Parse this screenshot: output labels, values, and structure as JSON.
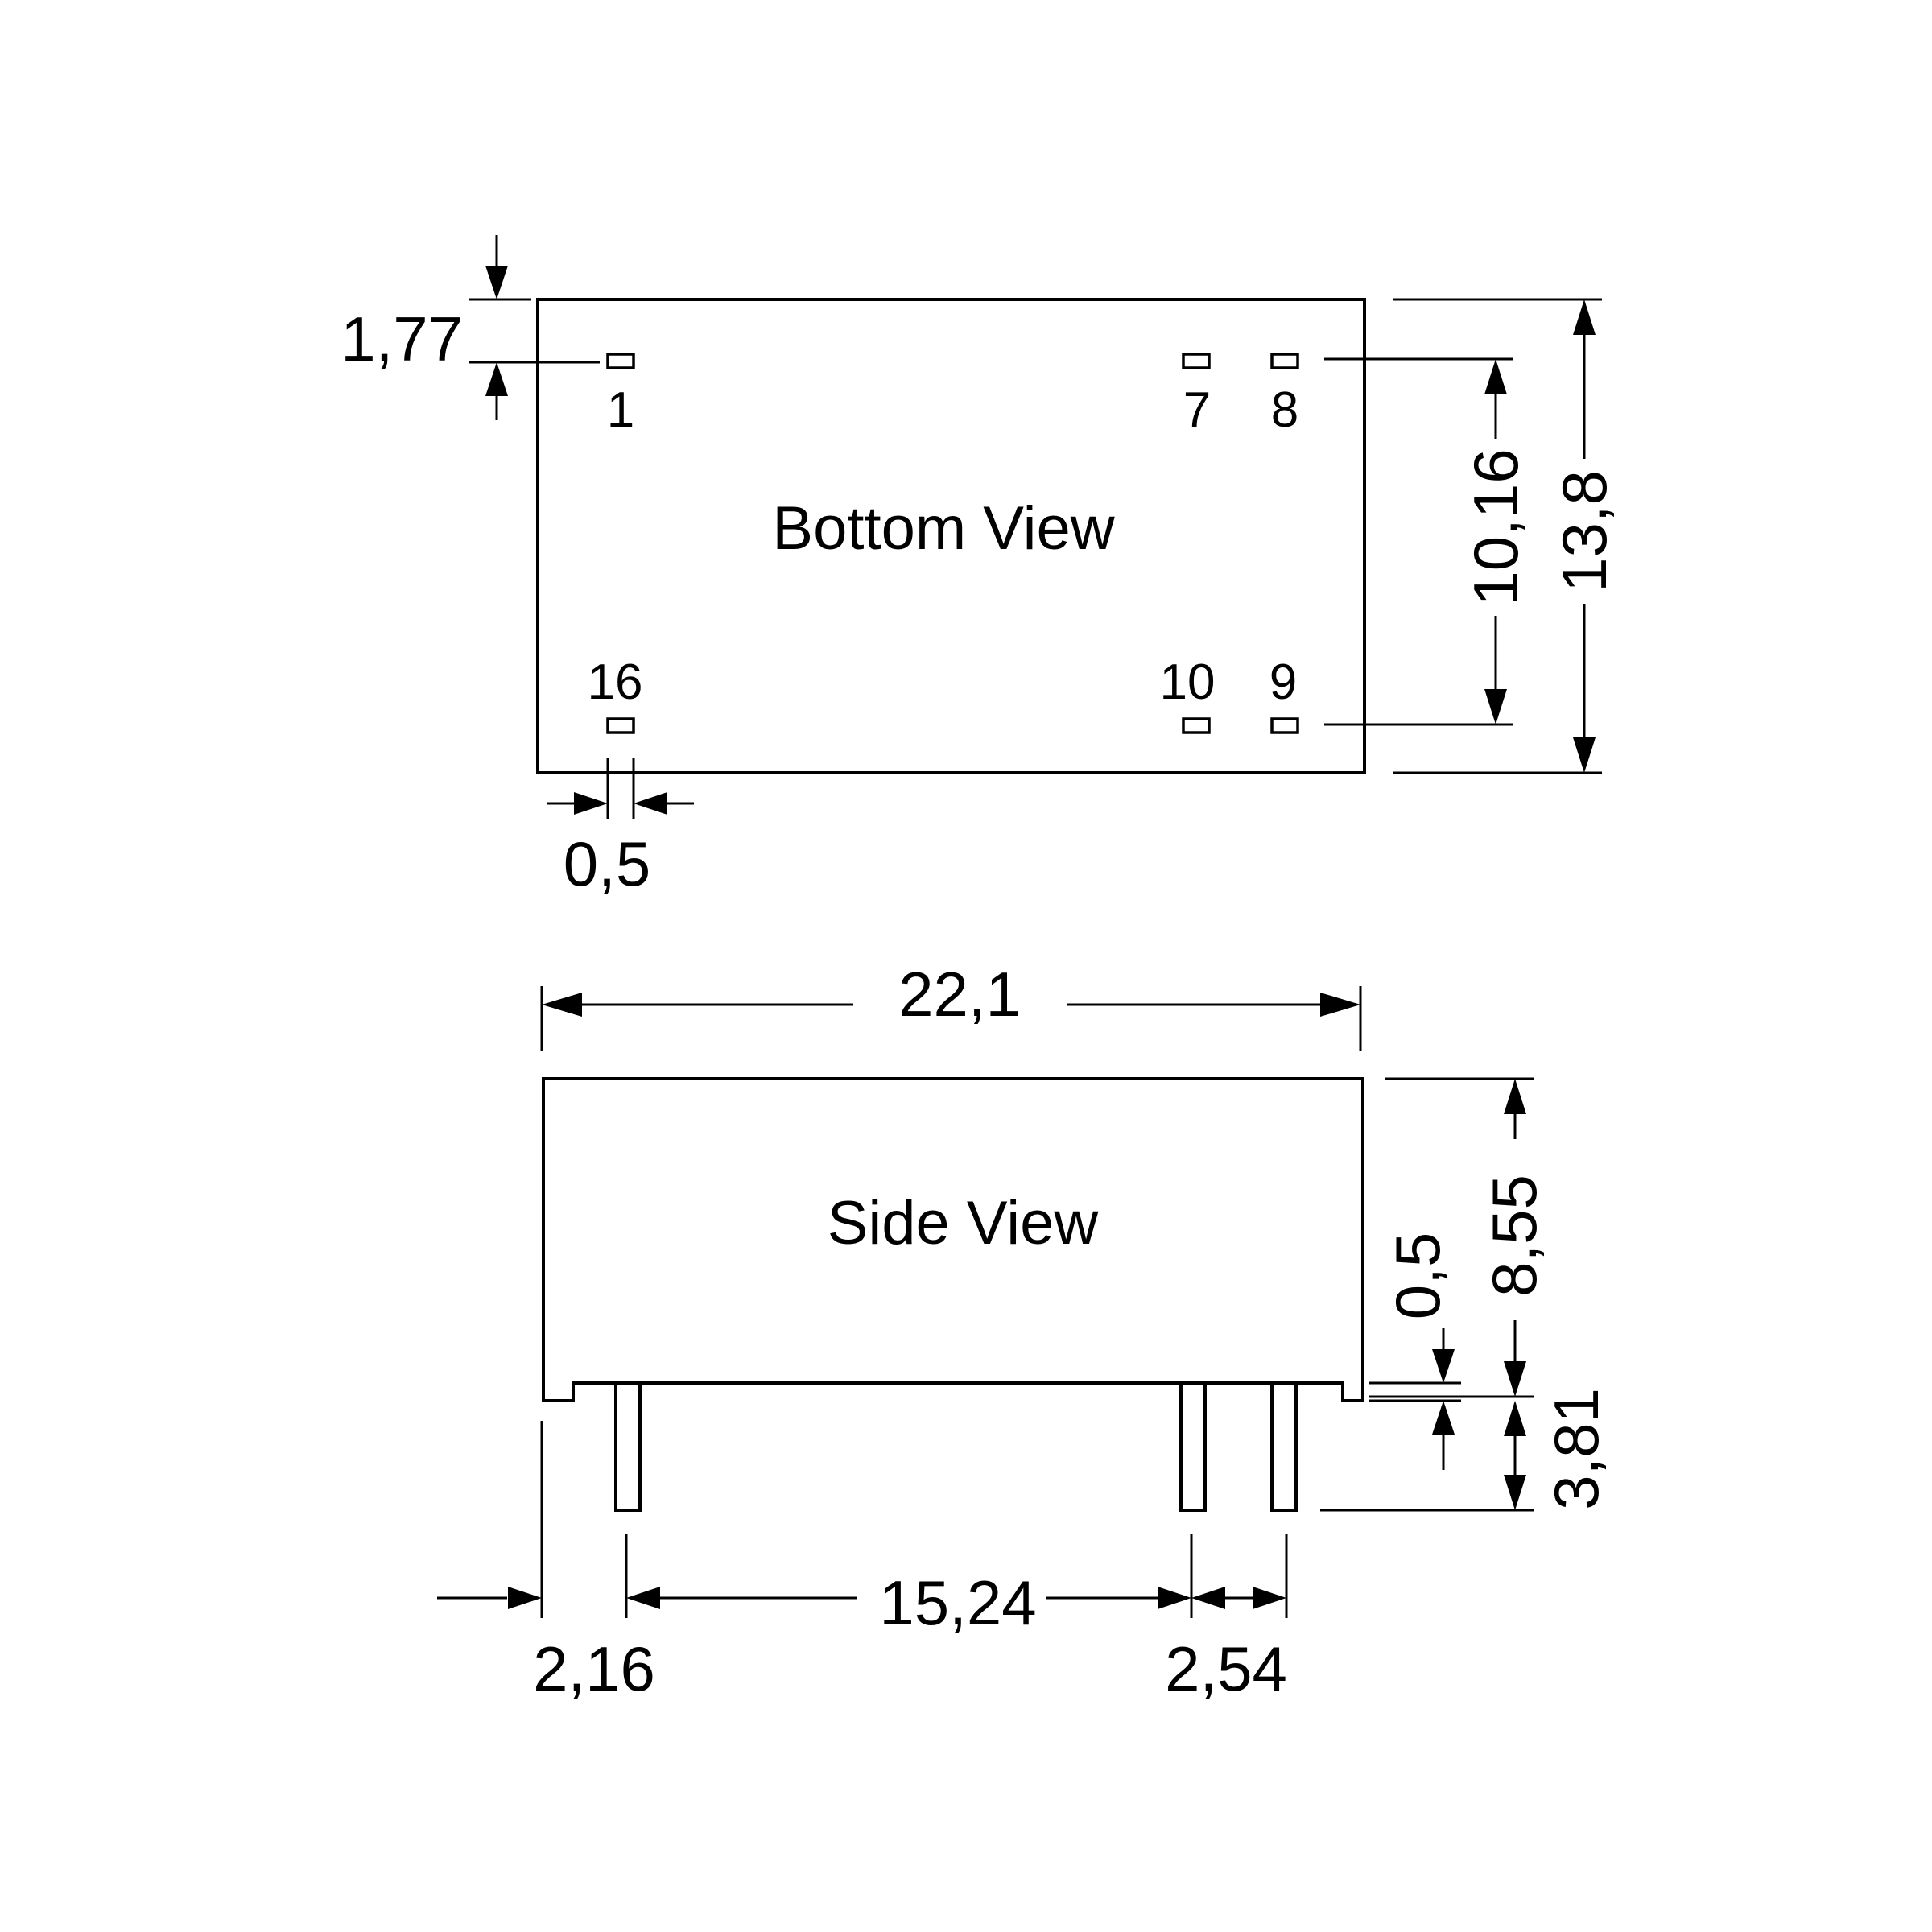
{
  "bottom_view": {
    "label": "Bottom View",
    "pins": {
      "p1": "1",
      "p7": "7",
      "p8": "8",
      "p16": "16",
      "p10": "10",
      "p9": "9"
    },
    "dims": {
      "pin_offset_top": "1,77",
      "pad_width": "0,5",
      "row_spacing": "10,16",
      "body_width": "13,8"
    }
  },
  "side_view": {
    "label": "Side View",
    "dims": {
      "body_length": "22,1",
      "body_height": "8,55",
      "standoff": "0,5",
      "pin_length": "3,81",
      "edge_to_pin": "2,16",
      "pin_span": "15,24",
      "pin_pitch": "2,54"
    }
  },
  "colors": {
    "line": "#000000",
    "background": "#ffffff"
  }
}
